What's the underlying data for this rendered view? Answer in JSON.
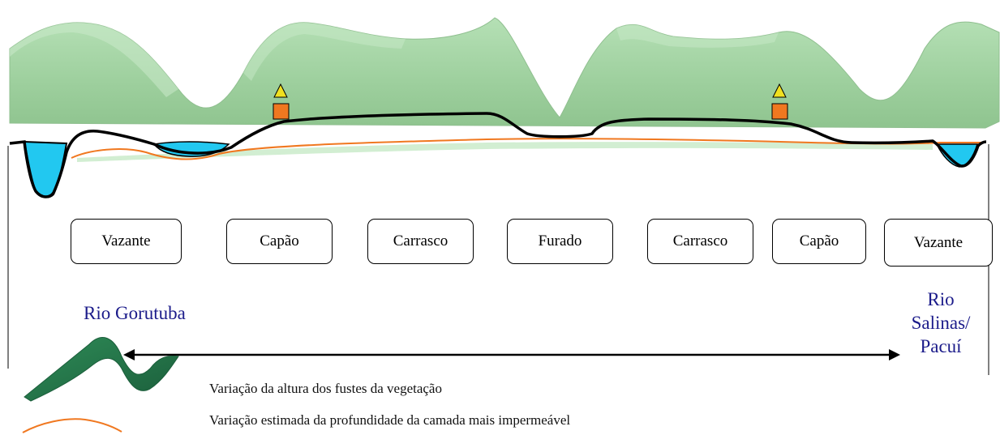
{
  "zones": [
    "Vazante",
    "Capão",
    "Carrasco",
    "Furado",
    "Carrasco",
    "Capão",
    "Vazante"
  ],
  "rivers": {
    "left": "Rio Gorutuba",
    "right_line1": "Rio",
    "right_line2": "Salinas/",
    "right_line3": "Pacuí"
  },
  "legend": {
    "vegetation": "Variação da altura dos fustes da vegetação",
    "impermeable": "Variação estimada da profundidade da camada mais impermeável"
  },
  "colors": {
    "vegetation": "#a8d8a8",
    "water": "#22c8f0",
    "impermeable_line": "#f07820",
    "markers": [
      "#f0e020",
      "#f07820"
    ],
    "river_text": "#1b1b8a"
  }
}
